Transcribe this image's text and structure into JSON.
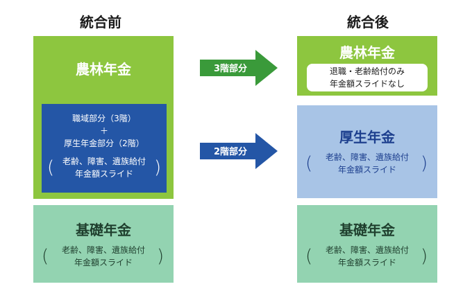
{
  "headings": {
    "before": "統合前",
    "after": "統合後"
  },
  "before": {
    "norin": {
      "title": "農林年金"
    },
    "inner": {
      "line1": "職域部分（3階）",
      "plus": "＋",
      "line2": "厚生年金部分（2階）",
      "detail1": "老齢、障害、遺族給付",
      "detail2": "年金額スライド"
    },
    "kiso": {
      "title": "基礎年金",
      "detail1": "老齢、障害、遺族給付",
      "detail2": "年金額スライド"
    }
  },
  "arrows": {
    "top": "3階部分",
    "middle": "2階部分"
  },
  "after": {
    "norin": {
      "title": "農林年金",
      "note1": "退職・老齢給付のみ",
      "note2": "年金額スライドなし"
    },
    "kosei": {
      "title": "厚生年金",
      "detail1": "老齢、障害、遺族給付",
      "detail2": "年金額スライド"
    },
    "kiso": {
      "title": "基礎年金",
      "detail1": "老齢、障害、遺族給付",
      "detail2": "年金額スライド"
    }
  },
  "colors": {
    "lime": "#8dc63f",
    "navy_box": "#2456a6",
    "light_blue": "#a8c4e6",
    "mint": "#93d3b1",
    "arrow": "#3a9a3a"
  }
}
